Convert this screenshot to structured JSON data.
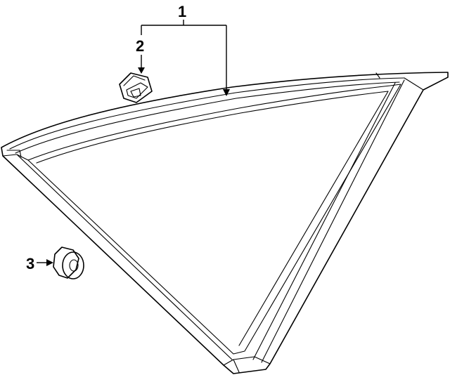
{
  "diagram": {
    "callouts": [
      {
        "id": "1",
        "label": "1"
      },
      {
        "id": "2",
        "label": "2"
      },
      {
        "id": "3",
        "label": "3"
      }
    ],
    "parts": [
      {
        "callout": "1",
        "icon": "quarter-window-glass"
      },
      {
        "callout": "2",
        "icon": "retainer-clip"
      },
      {
        "callout": "3",
        "icon": "push-nut"
      }
    ]
  }
}
